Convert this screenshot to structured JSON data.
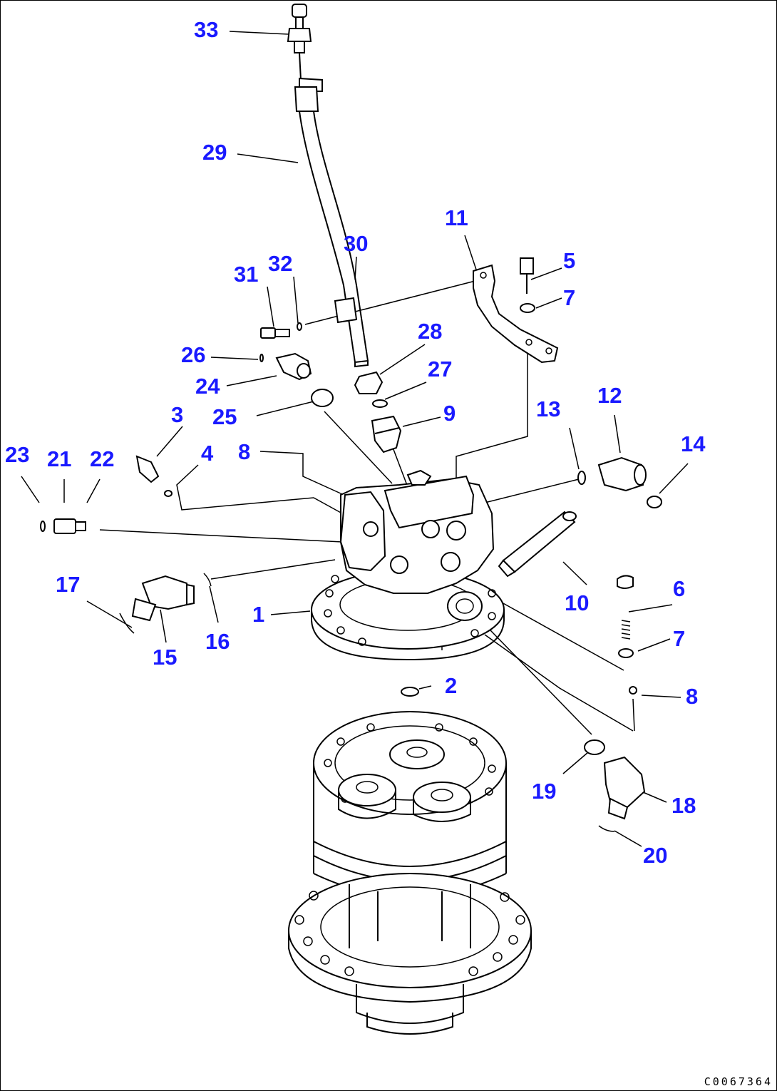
{
  "drawing_code": "C0067364",
  "callouts": {
    "c1": "1",
    "c2": "2",
    "c3": "3",
    "c4": "4",
    "c5": "5",
    "c6": "6",
    "c7a": "7",
    "c7b": "7",
    "c8a": "8",
    "c8b": "8",
    "c9": "9",
    "c10": "10",
    "c11": "11",
    "c12": "12",
    "c13": "13",
    "c14": "14",
    "c15": "15",
    "c16": "16",
    "c17": "17",
    "c18": "18",
    "c19": "19",
    "c20": "20",
    "c21": "21",
    "c22": "22",
    "c23": "23",
    "c24": "24",
    "c25": "25",
    "c26": "26",
    "c27": "27",
    "c28": "28",
    "c29": "29",
    "c30": "30",
    "c31": "31",
    "c32": "32",
    "c33": "33"
  },
  "colors": {
    "callout": "#1a1aff",
    "line": "#000000",
    "background": "#ffffff"
  }
}
